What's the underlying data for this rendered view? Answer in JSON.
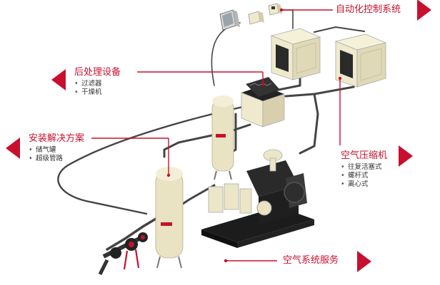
{
  "colors": {
    "accent": "#c8102e",
    "equipment_cream": "#efe9cd",
    "equipment_dark": "#2a2a2a",
    "pipe": "#444444"
  },
  "callouts": {
    "automation": {
      "title": "自动化控制系统"
    },
    "treatment": {
      "title": "后处理设备",
      "items": [
        "过滤器",
        "干燥机"
      ]
    },
    "installation": {
      "title": "安装解决方案",
      "items": [
        "储气罐",
        "超级管路"
      ]
    },
    "compressor": {
      "title": "空气压缩机",
      "items": [
        "往复活塞式",
        "螺杆式",
        "离心式"
      ]
    },
    "service": {
      "title": "空气系统服务"
    }
  }
}
